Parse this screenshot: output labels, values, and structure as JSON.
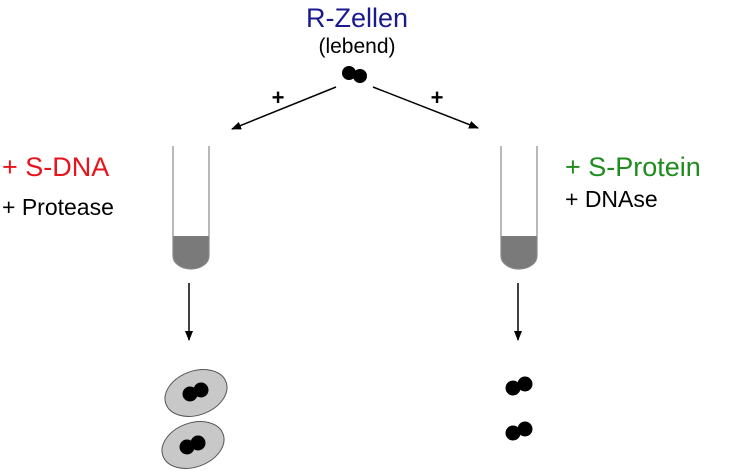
{
  "top": {
    "title": "R-Zellen",
    "subtitle": "(lebend)"
  },
  "branches": {
    "left_plus": "+",
    "right_plus": "+"
  },
  "left": {
    "reagent_main": "+ S-DNA",
    "reagent_secondary": "+ Protease"
  },
  "right": {
    "reagent_main": "+ S-Protein",
    "reagent_secondary": "+ DNAse"
  },
  "colors": {
    "title": "#1a1a8c",
    "left_reagent": "#e8141b",
    "right_reagent": "#1e8c1e",
    "text": "#000000",
    "tube_liquid": "#7a7a7a",
    "capsule": "#c8c8c8"
  }
}
